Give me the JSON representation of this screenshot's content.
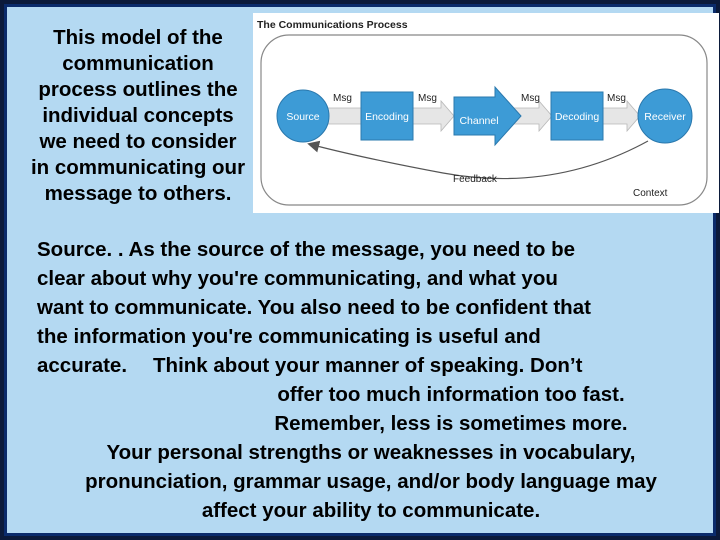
{
  "intro_lines": [
    "This model of the",
    "communication",
    "process outlines the",
    "individual concepts",
    "we need to consider",
    "in communicating our",
    "message to others."
  ],
  "diagram": {
    "title": "The Communications Process",
    "nodes": {
      "source": "Source",
      "encoding": "Encoding",
      "channel": "Channel",
      "decoding": "Decoding",
      "receiver": "Receiver"
    },
    "msg_label": "Msg",
    "feedback": "Feedback",
    "context": "Context",
    "colors": {
      "node_fill": "#3d9bd6",
      "node_text": "#ffffff",
      "arrow_fill": "#e6e6e6"
    }
  },
  "body": {
    "line1": "Source. .  As the source of the message, you need to be",
    "line2": "clear about why you're communicating, and what you",
    "line3": "want to communicate. You also need to be confident that",
    "line4": "the information you're communicating is useful and",
    "line5a": "accurate.",
    "line5b": "Think about your manner of speaking. Don’t",
    "line6": "offer too much information too fast.",
    "line7": "Remember, less is sometimes more.",
    "line8": "Your personal strengths or weaknesses in vocabulary,",
    "line9": "pronunciation, grammar usage, and/or body language may",
    "line10": "affect your ability to communicate."
  },
  "colors": {
    "slide_background": "#b4d9f2",
    "frame": "#0a2b6b"
  }
}
